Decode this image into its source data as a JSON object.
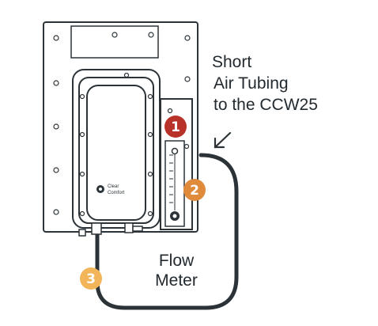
{
  "callout": {
    "lines": [
      "Short",
      "Air Tubing",
      "to the CCW25"
    ]
  },
  "flow_label": {
    "lines": [
      "Flow",
      "Meter"
    ]
  },
  "brand_label": {
    "lines": [
      "Clear",
      "Comfort"
    ]
  },
  "badges": [
    {
      "number": "1",
      "color": "#b8322a"
    },
    {
      "number": "2",
      "color": "#e08a3c"
    },
    {
      "number": "3",
      "color": "#f2b559"
    }
  ],
  "colors": {
    "line": "#2b3338",
    "tubing": "#2b3338",
    "background": "#ffffff"
  },
  "icons": [
    "arrow-icon",
    "screw-icon",
    "flow-meter-icon",
    "brand-logo-icon"
  ]
}
